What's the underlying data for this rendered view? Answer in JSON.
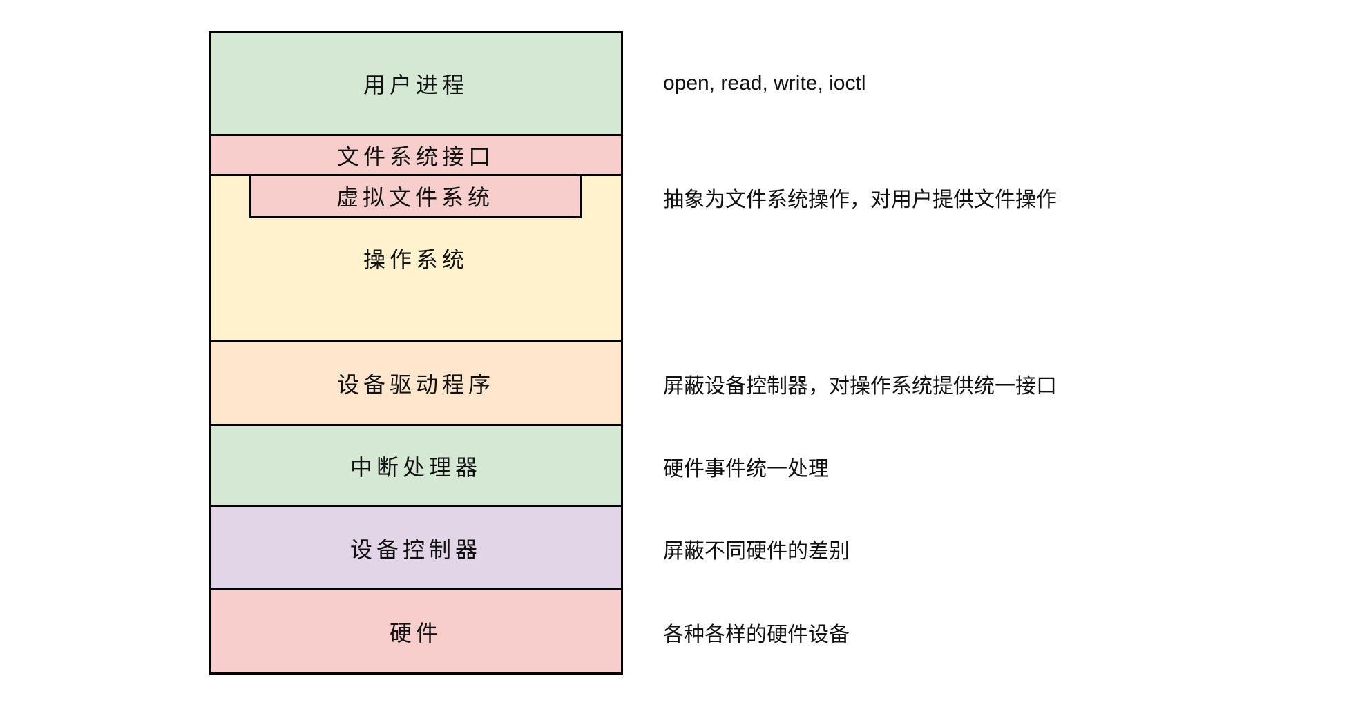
{
  "diagram": {
    "title_implicit": "device-driver-layer-stack",
    "colors": {
      "green": "#d5e8d4",
      "pink": "#f8cecc",
      "yellow": "#fff2cc",
      "orange": "#ffe6cc",
      "purple": "#e1d5e7",
      "border": "#000000",
      "background": "#ffffff",
      "text": "#111111"
    },
    "layers": [
      {
        "id": "user-process",
        "label": "用户进程",
        "color": "#d5e8d4"
      },
      {
        "id": "fs-interface",
        "label": "文件系统接口",
        "color": "#f8cecc"
      },
      {
        "id": "operating-system",
        "label": "操作系统",
        "color": "#fff2cc"
      },
      {
        "id": "virtual-fs",
        "label": "虚拟文件系统",
        "color": "#f8cecc"
      },
      {
        "id": "device-driver",
        "label": "设备驱动程序",
        "color": "#ffe6cc"
      },
      {
        "id": "interrupt-handler",
        "label": "中断处理器",
        "color": "#d5e8d4"
      },
      {
        "id": "device-controller",
        "label": "设备控制器",
        "color": "#e1d5e7"
      },
      {
        "id": "hardware",
        "label": "硬件",
        "color": "#f8cecc"
      }
    ],
    "annotations": [
      {
        "id": "syscalls",
        "text": "open, read, write, ioctl"
      },
      {
        "id": "vfs",
        "text": "抽象为文件系统操作，对用户提供文件操作"
      },
      {
        "id": "driver",
        "text": "屏蔽设备控制器，对操作系统提供统一接口"
      },
      {
        "id": "interrupt",
        "text": "硬件事件统一处理"
      },
      {
        "id": "controller",
        "text": "屏蔽不同硬件的差别"
      },
      {
        "id": "hardware",
        "text": "各种各样的硬件设备"
      }
    ]
  }
}
